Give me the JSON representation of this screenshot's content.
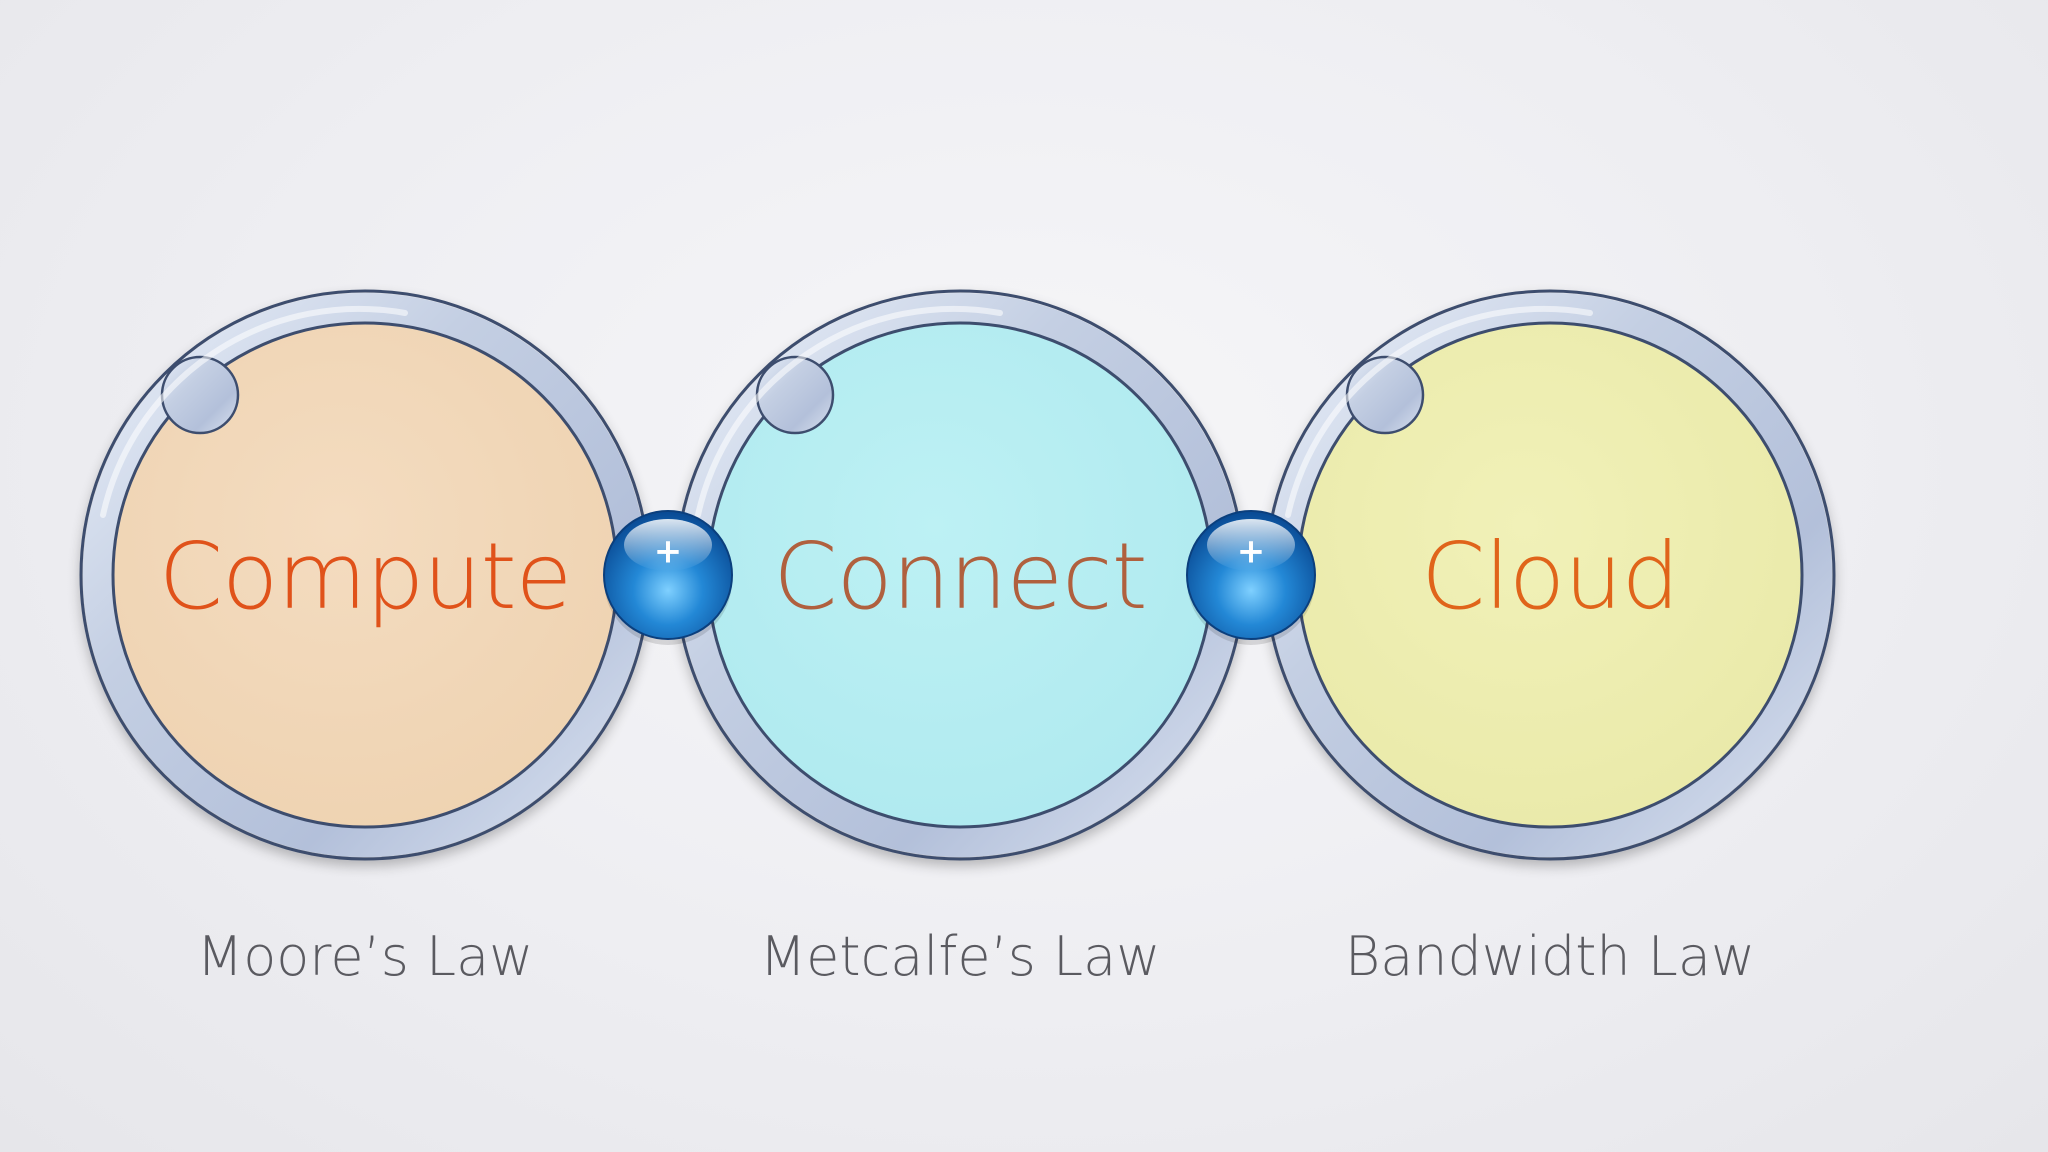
{
  "nodes": [
    {
      "label": "Compute",
      "law": "Moore’s Law",
      "fill": "#f1d7b9",
      "text_color": "#e0521a"
    },
    {
      "label": "Connect",
      "law": "Metcalfe’s Law",
      "fill": "#b7eef2",
      "text_color": "#b0603e"
    },
    {
      "label": "Cloud",
      "law": "Bandwidth Law",
      "fill": "#eeeeb0",
      "text_color": "#e0641a"
    }
  ],
  "connectors": [
    {
      "symbol": "+",
      "icon": "plus-bead-icon"
    },
    {
      "symbol": "+",
      "icon": "plus-bead-icon"
    }
  ],
  "colors": {
    "background": "#eeeef2",
    "ring": "#c9d3e6",
    "ring_edge": "#3e4e6e",
    "bead": "#1a78c8",
    "law_text": "#5a5a60"
  }
}
